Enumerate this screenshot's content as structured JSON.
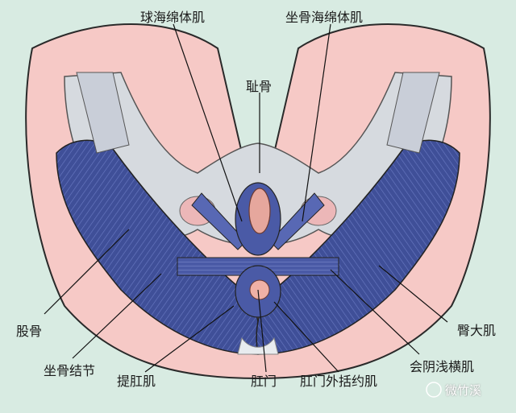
{
  "labels": {
    "bulbospongiosus": "球海绵体肌",
    "ischiocavernosus": "坐骨海绵体肌",
    "pubis": "耻骨",
    "femur": "股骨",
    "ischial_tuberosity": "坐骨结节",
    "levator_ani": "提肛肌",
    "anus": "肛门",
    "external_anal_sphincter": "肛门外括约肌",
    "gluteus_maximus": "臀大肌",
    "superficial_transverse_perineal": "会阴浅横肌"
  },
  "watermark": "微竹溪",
  "colors": {
    "background": "#d8ebe2",
    "skin": "#f6c9c6",
    "bone": "#d6dadf",
    "muscle": "#3f4f98",
    "muscle_light": "#5868b4"
  }
}
